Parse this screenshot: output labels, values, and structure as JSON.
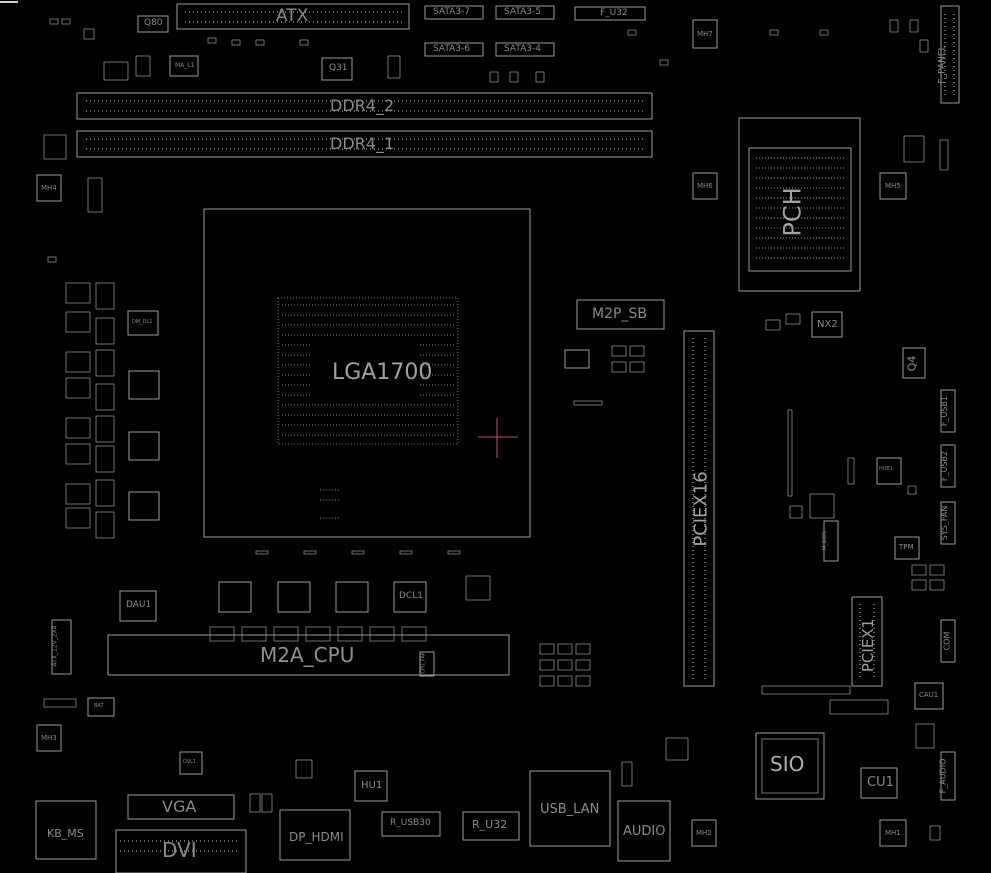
{
  "view": {
    "background": "#000000",
    "outline_color": "#9a9a9a",
    "label_color": "#8a8a8a",
    "cursor_color": "#c0506a"
  },
  "labels": {
    "atx": "ATX",
    "sata7": "SATA3-7",
    "sata5": "SATA3-5",
    "sata6": "SATA3-6",
    "sata4": "SATA3-4",
    "f_u32": "F_U32",
    "q80": "Q80",
    "q31": "Q31",
    "ma_l1": "MA_L1",
    "mh7": "MH7",
    "mh6": "MH6",
    "mh5": "MH5",
    "mh4": "MH4",
    "mh3": "MH3",
    "mh2": "MH2",
    "mh1": "MH1",
    "f_panel": "F_PANEL",
    "ddr4_2": "DDR4_2",
    "ddr4_1": "DDR4_1",
    "pch": "PCH",
    "cpu_socket": "LGA1700",
    "m2p_sb": "M2P_SB",
    "nx2": "NX2",
    "q4": "Q4",
    "f_usb1": "F_USB1",
    "f_usb2": "F_USB2",
    "sys_fan": "SYS_FAN",
    "tpm": "TPM",
    "pciex16": "PCIEX16",
    "pciex1": "PCIEX1",
    "com": "COM",
    "cau1": "CAU1",
    "sio": "SIO",
    "cu1": "CU1",
    "f_audio": "F_AUDIO",
    "dau1": "DAU1",
    "dcl1": "DCL1",
    "atx_12v": "ATX_12V_2X4",
    "m2a_cpu": "M2A_CPU",
    "vga": "VGA",
    "dvi": "DVI",
    "kb_ms": "KB_MS",
    "hu1": "HU1",
    "dp_hdmi": "DP_HDMI",
    "r_usb30": "R_USB30",
    "r_u32": "R_U32",
    "usb_lan": "USB_LAN",
    "audio": "AUDIO",
    "cpu_fan": "CPU_FAN",
    "bios": "M_BIOS",
    "hub1": "HUB1",
    "dm_dl1": "DM_DL1",
    "bat": "BAT",
    "dvl1": "DVL1"
  }
}
